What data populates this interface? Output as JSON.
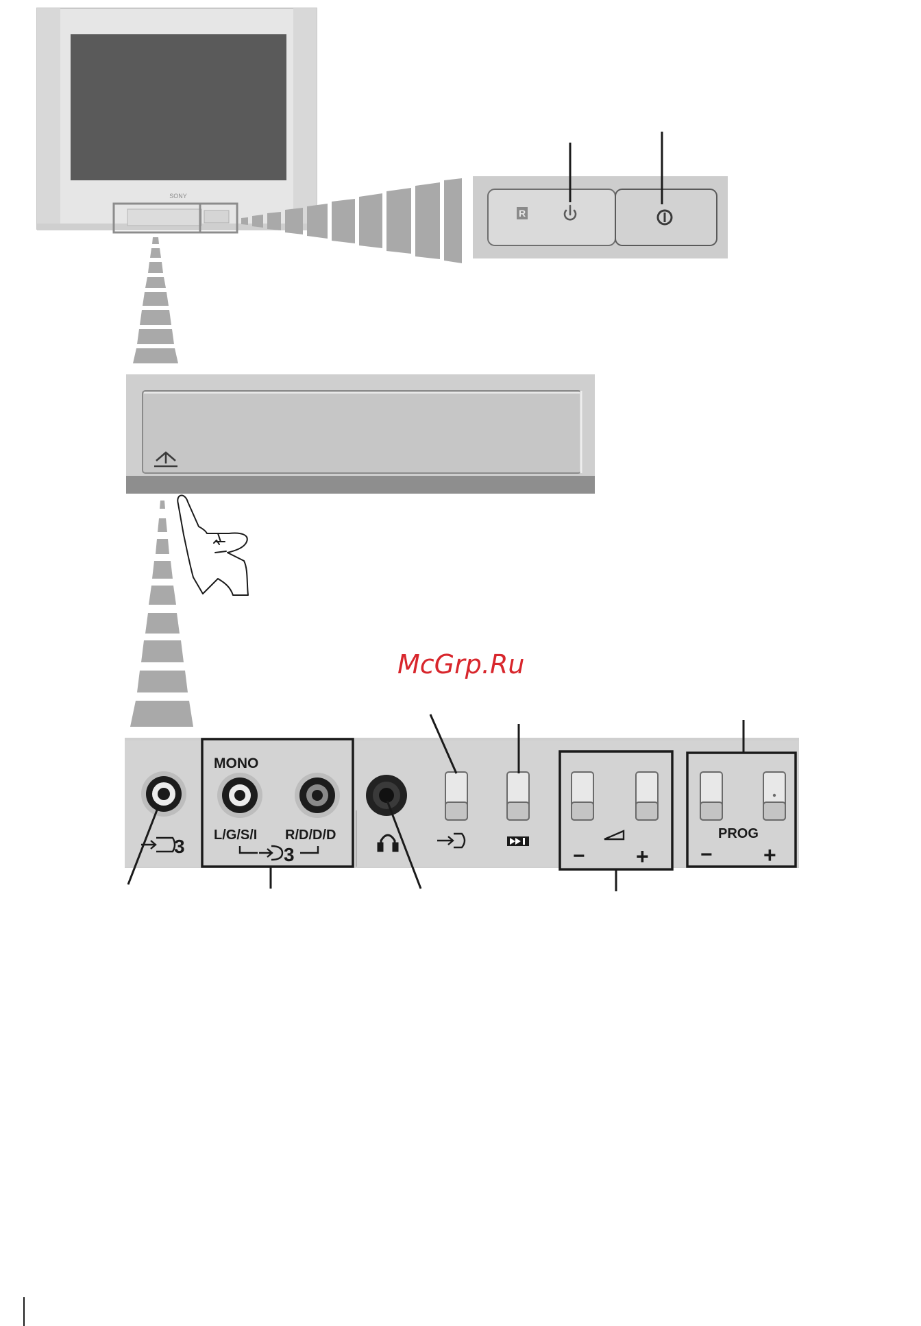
{
  "tv": {
    "brand": "SONY"
  },
  "top_panel": {
    "remote_sensor_symbol": "R"
  },
  "front_panel": {
    "mono_title": "MONO",
    "left_jack_label": "L/G/S/I",
    "right_jack_label": "R/D/D/D",
    "input_number": "3",
    "prog_label": "PROG",
    "minus": "−",
    "plus": "+"
  },
  "watermark": "McGrp.Ru",
  "colors": {
    "panel": "#cfcfcf",
    "panel_light": "#e4e4e4",
    "screen": "#5a5a5a",
    "zoom_band": "#a9a9a9",
    "watermark": "#d8262c",
    "ink": "#1a1a1a"
  }
}
